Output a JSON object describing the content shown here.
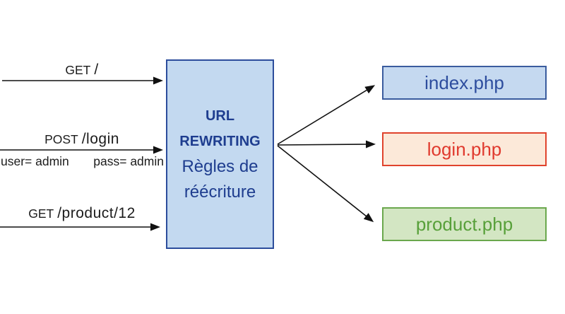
{
  "diagram": {
    "requests": [
      {
        "method": "GET",
        "path": "/"
      },
      {
        "method": "POST",
        "path": "/login",
        "params": [
          "user= admin",
          "pass= admin"
        ]
      },
      {
        "method": "GET",
        "path": "/product/12"
      }
    ],
    "rewriter": {
      "title_line1": "URL",
      "title_line2": "REWRITING",
      "subtitle_line1": "Règles de",
      "subtitle_line2": "réécriture",
      "fill": "#c3d9f0",
      "border": "#2c4d9c",
      "text_color": "#1e3d8f"
    },
    "targets": [
      {
        "label": "index.php",
        "fill": "#c5d9f0",
        "border": "#3a5c9e",
        "text_color": "#2d4d9e"
      },
      {
        "label": "login.php",
        "fill": "#fce9d9",
        "border": "#e0432d",
        "text_color": "#e03a2e"
      },
      {
        "label": "product.php",
        "fill": "#d3e6c3",
        "border": "#6aa84d",
        "text_color": "#58a03a"
      }
    ],
    "colors": {
      "arrow": "#111111",
      "background": "#ffffff"
    }
  }
}
